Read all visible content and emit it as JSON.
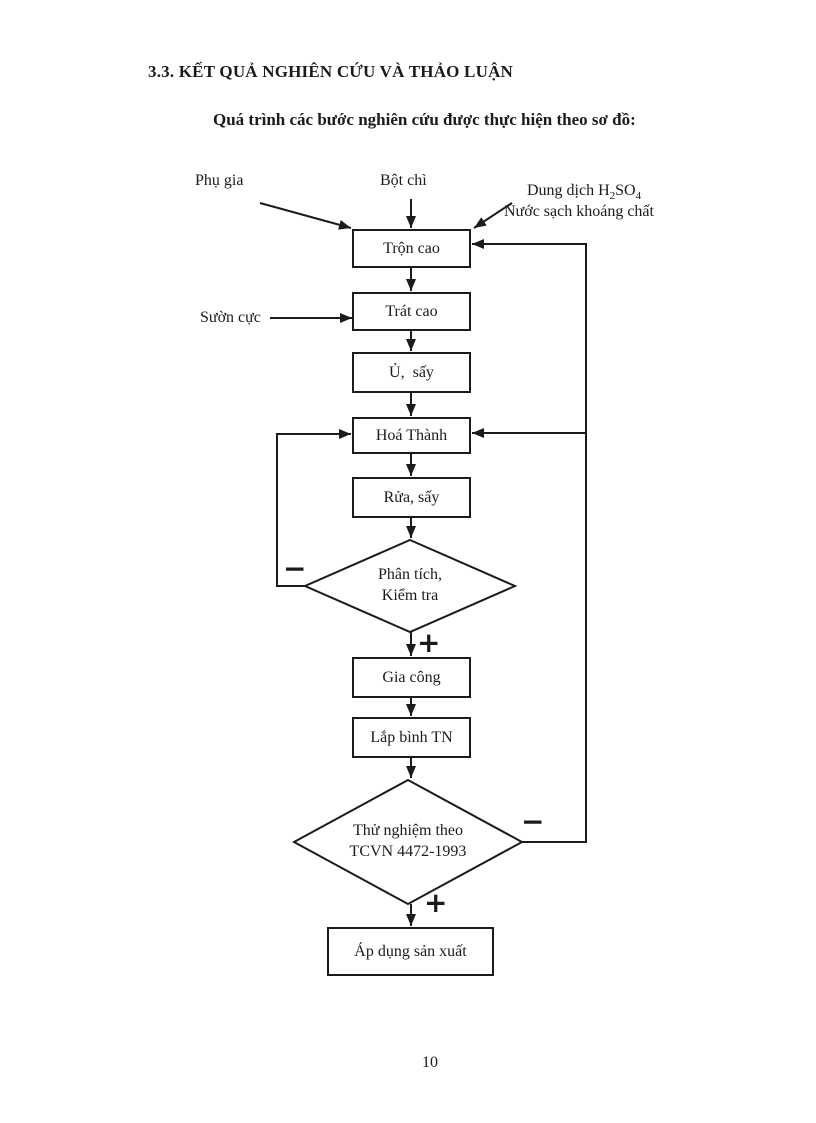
{
  "page": {
    "heading": "3.3. KẾT QUẢ NGHIÊN CỨU VÀ THẢO LUẬN",
    "subtitle": "Quá trình các bước nghiên cứu được thực hiện theo sơ đồ:",
    "page_number": "10"
  },
  "flowchart": {
    "inputs": {
      "phu_gia": "Phụ gia",
      "bot_chi": "Bột chì",
      "dung_dich": {
        "prefix": "Dung dịch H",
        "sub1": "2",
        "mid": "SO",
        "sub2": "4"
      },
      "nuoc_sach": "Nước sạch khoáng chất",
      "suon_cuc": "Sườn cực"
    },
    "steps": {
      "tron_cao": "Trộn cao",
      "trat_cao": "Trát cao",
      "u_say": "Ủ,  sấy",
      "hoa_thanh": "Hoá Thành",
      "rua_say": "Rửa, sấy",
      "gia_cong": "Gia công",
      "lap_binh": "Lắp bình TN",
      "ap_dung": "Áp dụng sản xuất"
    },
    "decisions": {
      "phan_tich": {
        "line1": "Phân tích,",
        "line2": "Kiểm tra"
      },
      "thu_nghiem": {
        "line1": "Thử nghiệm theo",
        "line2": "TCVN 4472-1993"
      }
    },
    "branch_labels": {
      "minus_phan_tich": "−",
      "plus_phan_tich": "+",
      "minus_thu_nghiem": "−",
      "plus_thu_nghiem": "+"
    },
    "colors": {
      "ink": "#1b1b1b",
      "paper": "#ffffff"
    }
  }
}
